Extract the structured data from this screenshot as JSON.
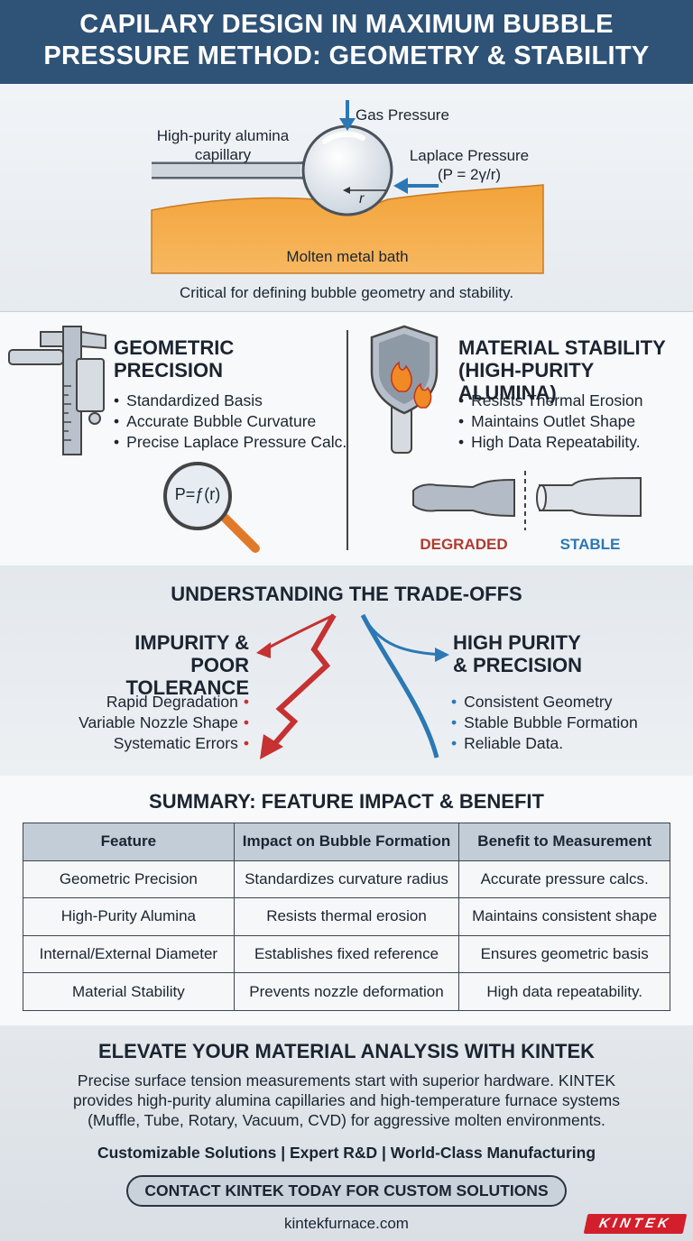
{
  "header": {
    "title_line1": "CAPILARY DESIGN IN MAXIMUM BUBBLE",
    "title_line2": "PRESSURE METHOD: GEOMETRY & STABILITY"
  },
  "diagram": {
    "gas_pressure": "Gas Pressure",
    "capillary_line1": "High-purity alumina",
    "capillary_line2": "capillary",
    "laplace_line1": "Laplace Pressure",
    "laplace_line2": "(P = 2γ/r)",
    "radius": "r",
    "bath": "Molten metal bath",
    "caption": "Critical for defining bubble geometry and stability."
  },
  "geometric": {
    "title_line1": "GEOMETRIC",
    "title_line2": "PRECISION",
    "bullets": [
      "Standardized Basis",
      "Accurate Bubble Curvature",
      "Precise Laplace Pressure Calc."
    ],
    "formula": "P=ƒ(r)"
  },
  "material": {
    "title_line1": "MATERIAL STABILITY",
    "title_line2": "(HIGH-PURITY ALUMINA)",
    "bullets": [
      "Resists Thermal Erosion",
      "Maintains Outlet Shape",
      "High Data Repeatability."
    ],
    "degraded": "DEGRADED",
    "stable": "STABLE"
  },
  "tradeoffs": {
    "title": "UNDERSTANDING THE TRADE-OFFS",
    "left_line1": "IMPURITY &",
    "left_line2": "POOR TOLERANCE",
    "left_bullets": [
      "Rapid Degradation",
      "Variable Nozzle Shape",
      "Systematic Errors"
    ],
    "right_line1": "HIGH PURITY",
    "right_line2": "& PRECISION",
    "right_bullets": [
      "Consistent Geometry",
      "Stable Bubble Formation",
      "Reliable Data."
    ]
  },
  "summary": {
    "title": "SUMMARY: FEATURE IMPACT & BENEFIT",
    "headers": [
      "Feature",
      "Impact on Bubble Formation",
      "Benefit to Measurement"
    ],
    "rows": [
      [
        "Geometric Precision",
        "Standardizes curvature radius",
        "Accurate pressure calcs."
      ],
      [
        "High-Purity Alumina",
        "Resists thermal erosion",
        "Maintains consistent shape"
      ],
      [
        "Internal/External Diameter",
        "Establishes fixed reference",
        "Ensures geometric basis"
      ],
      [
        "Material Stability",
        "Prevents nozzle deformation",
        "High data repeatability."
      ]
    ]
  },
  "footer": {
    "title": "ELEVATE YOUR MATERIAL ANALYSIS WITH KINTEK",
    "para_line1": "Precise surface tension measurements start with superior hardware. KINTEK",
    "para_line2": "provides high-purity alumina capillaries and high-temperature furnace systems",
    "para_line3": "(Muffle, Tube, Rotary, Vacuum, CVD) for aggressive molten environments.",
    "tagline": "Customizable Solutions | Expert R&D | World-Class Manufacturing",
    "cta": "CONTACT KINTEK TODAY FOR CUSTOM SOLUTIONS",
    "url": "kintekfurnace.com",
    "logo": "KINTEK"
  }
}
